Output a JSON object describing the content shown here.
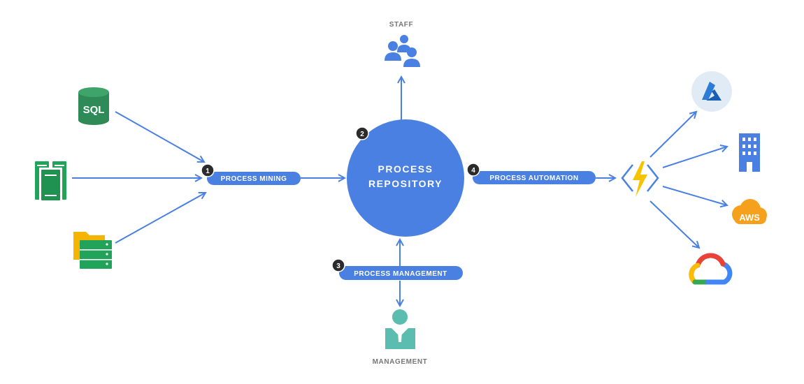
{
  "colors": {
    "primary_blue": "#4a80e2",
    "arrow_blue": "#4a80e2",
    "badge_dark": "#2b2b2b",
    "label_gray": "#777777",
    "teal": "#5bbcb0",
    "sql_green": "#2e8b57",
    "server_green": "#22a35a",
    "folder_yellow": "#f4b400",
    "aws_orange": "#f6a11e",
    "bolt_yellow": "#f7c300",
    "azure_bg": "#e1ebf5",
    "building_blue": "#4a80e2"
  },
  "hub": {
    "line1": "PROCESS",
    "line2": "REPOSITORY"
  },
  "steps": [
    {
      "number": "1",
      "label": "PROCESS MINING"
    },
    {
      "number": "2",
      "label": ""
    },
    {
      "number": "3",
      "label": "PROCESS MANAGEMENT"
    },
    {
      "number": "4",
      "label": "PROCESS AUTOMATION"
    }
  ],
  "top_node": {
    "label": "STAFF",
    "icon": "staff-group-icon"
  },
  "bottom_node": {
    "label": "MANAGEMENT",
    "icon": "manager-person-icon"
  },
  "sources": [
    {
      "icon": "sql-database-icon",
      "text": "SQL"
    },
    {
      "icon": "server-cluster-icon"
    },
    {
      "icon": "folder-storage-icon"
    }
  ],
  "automation_hub": {
    "icon": "lightning-function-icon"
  },
  "targets": [
    {
      "icon": "azure-icon"
    },
    {
      "icon": "office-building-icon"
    },
    {
      "icon": "aws-icon",
      "text": "AWS"
    },
    {
      "icon": "google-cloud-icon"
    }
  ]
}
